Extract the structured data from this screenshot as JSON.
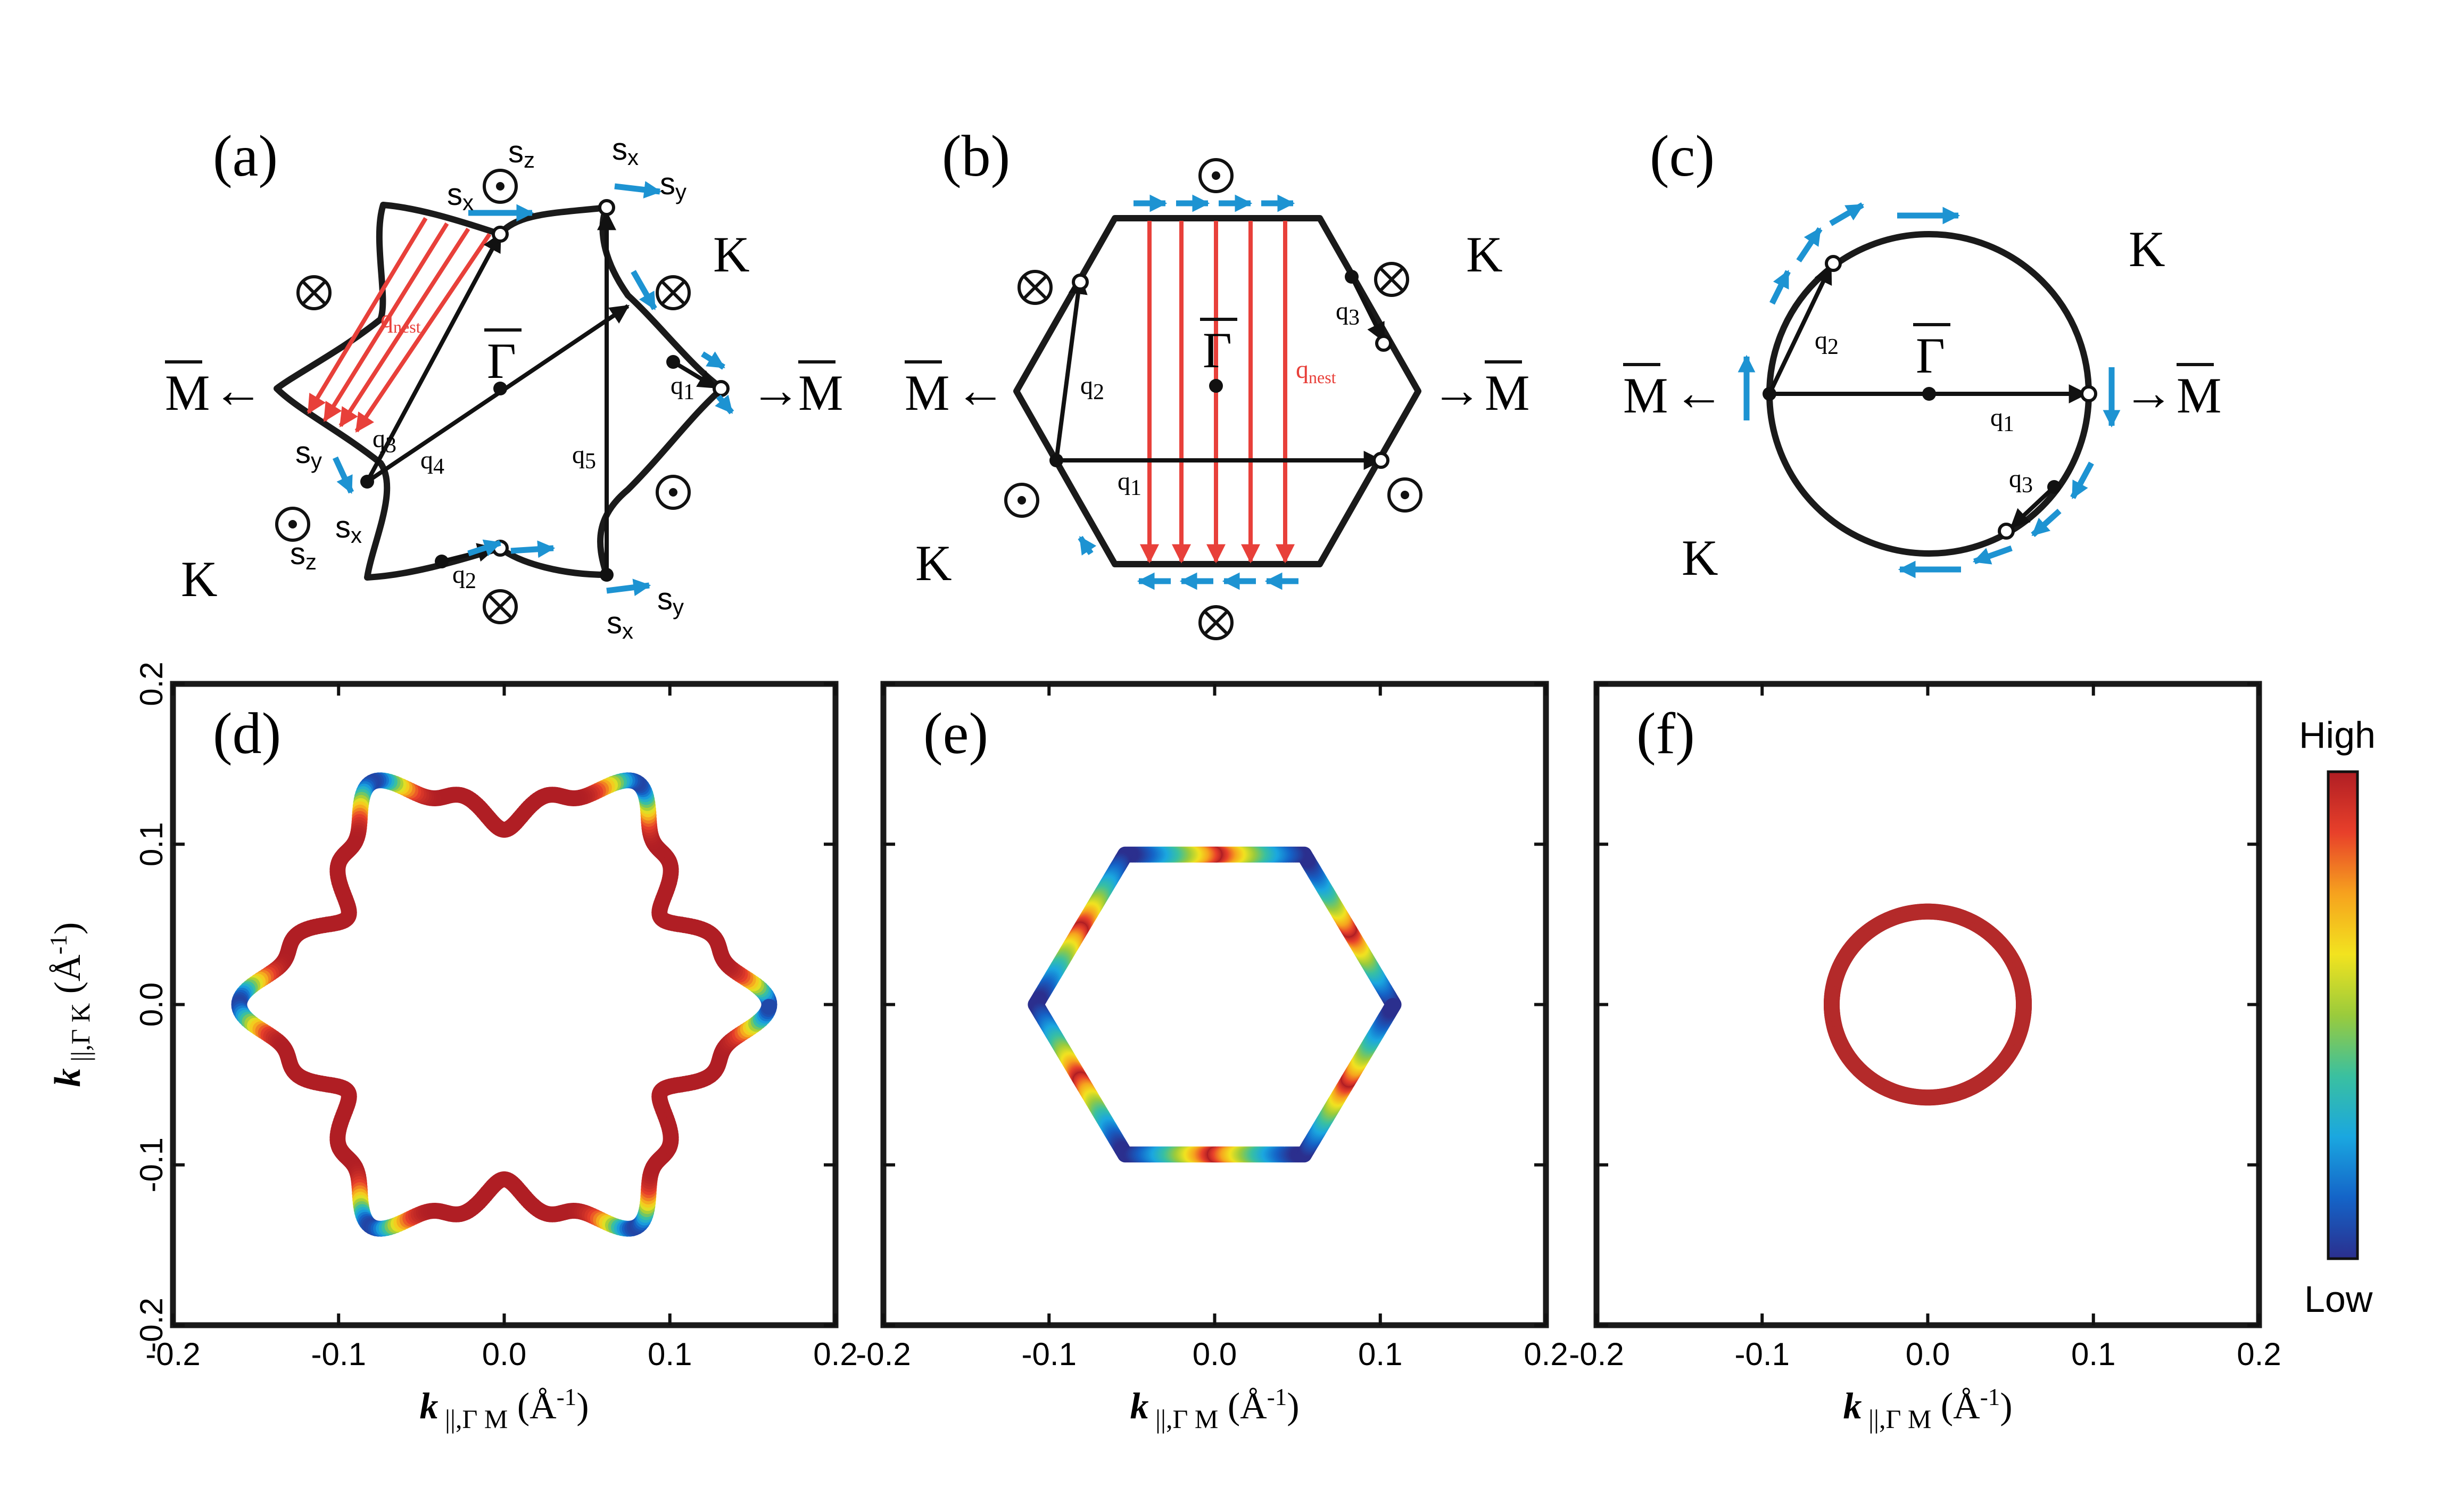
{
  "panels": {
    "a": {
      "label": "(a)",
      "gamma": "Γ",
      "M": "M",
      "K": "K",
      "arrow_left": "←",
      "arrow_right": "→",
      "q1": "q",
      "q1_sub": "1",
      "q2": "q",
      "q2_sub": "2",
      "q3": "q",
      "q3_sub": "3",
      "q4": "q",
      "q4_sub": "4",
      "q5": "q",
      "q5_sub": "5",
      "qnest": "q",
      "qnest_sub": "nest",
      "sx": "s",
      "sx_sub": "x",
      "sy": "s",
      "sy_sub": "y",
      "sz": "s",
      "sz_sub": "z"
    },
    "b": {
      "label": "(b)",
      "gamma": "Γ",
      "M": "M",
      "K": "K",
      "arrow_left": "←",
      "arrow_right": "→",
      "q1": "q",
      "q1_sub": "1",
      "q2": "q",
      "q2_sub": "2",
      "q3": "q",
      "q3_sub": "3",
      "qnest": "q",
      "qnest_sub": "nest"
    },
    "c": {
      "label": "(c)",
      "gamma": "Γ",
      "M": "M",
      "K": "K",
      "arrow_left": "←",
      "arrow_right": "→",
      "q1": "q",
      "q1_sub": "1",
      "q2": "q",
      "q2_sub": "2",
      "q3": "q",
      "q3_sub": "3"
    }
  },
  "chart_data": [
    {
      "type": "scatter",
      "panel": "(d)",
      "shape": "hexagram",
      "xlim": [
        -0.2,
        0.2
      ],
      "ylim": [
        -0.2,
        0.2
      ],
      "xticks": [
        "-0.2",
        "-0.1",
        "0.0",
        "0.1",
        "0.2"
      ],
      "yticks": [
        "-0.2",
        "-0.1",
        "0.0",
        "0.1",
        "0.2"
      ],
      "xlabel": "k",
      "xlabel_sub": "||,Γ M",
      "xlabel_unit": "(Å",
      "xlabel_exp": "-1",
      "xlabel_close": ")",
      "ylabel": "k",
      "ylabel_sub": "||,Γ K",
      "ylabel_unit": "(Å",
      "ylabel_exp": "-1",
      "ylabel_close": ")",
      "tip_radius": 0.16,
      "mid_radius": 0.109
    },
    {
      "type": "scatter",
      "panel": "(e)",
      "shape": "hexagon",
      "xlim": [
        -0.2,
        0.2
      ],
      "ylim": [
        -0.2,
        0.2
      ],
      "xticks": [
        "-0.2",
        "-0.1",
        "0.0",
        "0.1",
        "0.2"
      ],
      "xlabel": "k",
      "xlabel_sub": "||,Γ M",
      "xlabel_unit": "(Å",
      "xlabel_exp": "-1",
      "xlabel_close": ")",
      "vertex_radius": 0.108
    },
    {
      "type": "scatter",
      "panel": "(f)",
      "shape": "circle",
      "xlim": [
        -0.2,
        0.2
      ],
      "ylim": [
        -0.2,
        0.2
      ],
      "xticks": [
        "-0.2",
        "-0.1",
        "0.0",
        "0.1",
        "0.2"
      ],
      "xlabel": "k",
      "xlabel_sub": "||,Γ M",
      "xlabel_unit": "(Å",
      "xlabel_exp": "-1",
      "xlabel_close": ")",
      "radius": 0.058
    }
  ],
  "colorbar": {
    "high": "High",
    "low": "Low",
    "colors": [
      "#2b2f8e",
      "#1464c8",
      "#1aa7e0",
      "#3ac0a0",
      "#9acb3c",
      "#f2e31f",
      "#f6a21e",
      "#e8402a",
      "#b01e24"
    ]
  }
}
